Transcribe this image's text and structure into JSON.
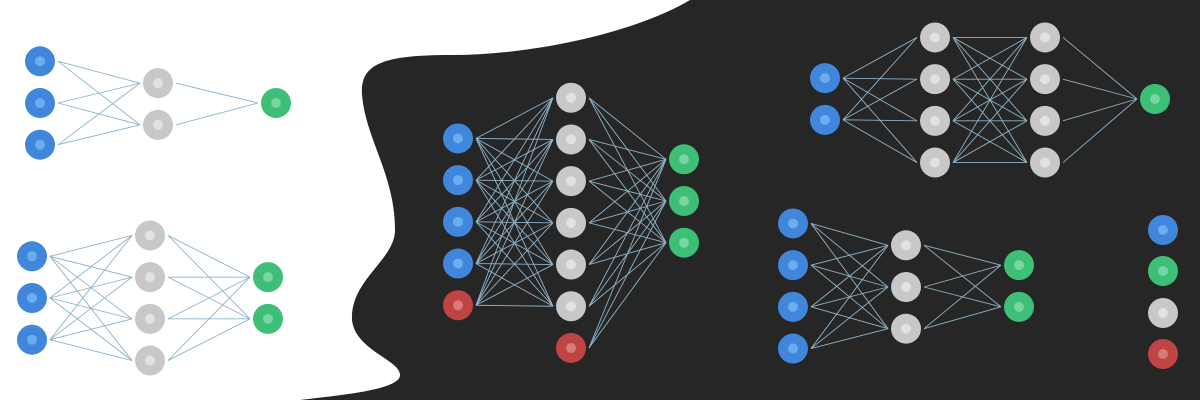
{
  "colors": {
    "background_light": "#ffffff",
    "background_dark": "#262626",
    "edge": "#8fb3c9",
    "input": {
      "outer": "#4087db",
      "inner": "#6aaef0"
    },
    "hidden": {
      "outer": "#c8c8c8",
      "inner": "#e2e2e2"
    },
    "output": {
      "outer": "#3dbf78",
      "inner": "#77d6a2"
    },
    "bias": {
      "outer": "#c04444",
      "inner": "#d67a7a"
    }
  },
  "networks": [
    {
      "id": "network-small-top-left",
      "layers": [
        3,
        2,
        1
      ],
      "bias": false
    },
    {
      "id": "network-bottom-left",
      "layers": [
        3,
        4,
        2
      ],
      "bias": false
    },
    {
      "id": "network-center-with-bias",
      "layers": [
        4,
        6,
        3
      ],
      "bias": true
    },
    {
      "id": "network-deep-top-right",
      "layers": [
        2,
        4,
        4,
        1
      ],
      "bias": false
    },
    {
      "id": "network-bottom-right",
      "layers": [
        4,
        3,
        2
      ],
      "bias": false
    }
  ],
  "legend": [
    "input",
    "output",
    "hidden",
    "bias"
  ]
}
